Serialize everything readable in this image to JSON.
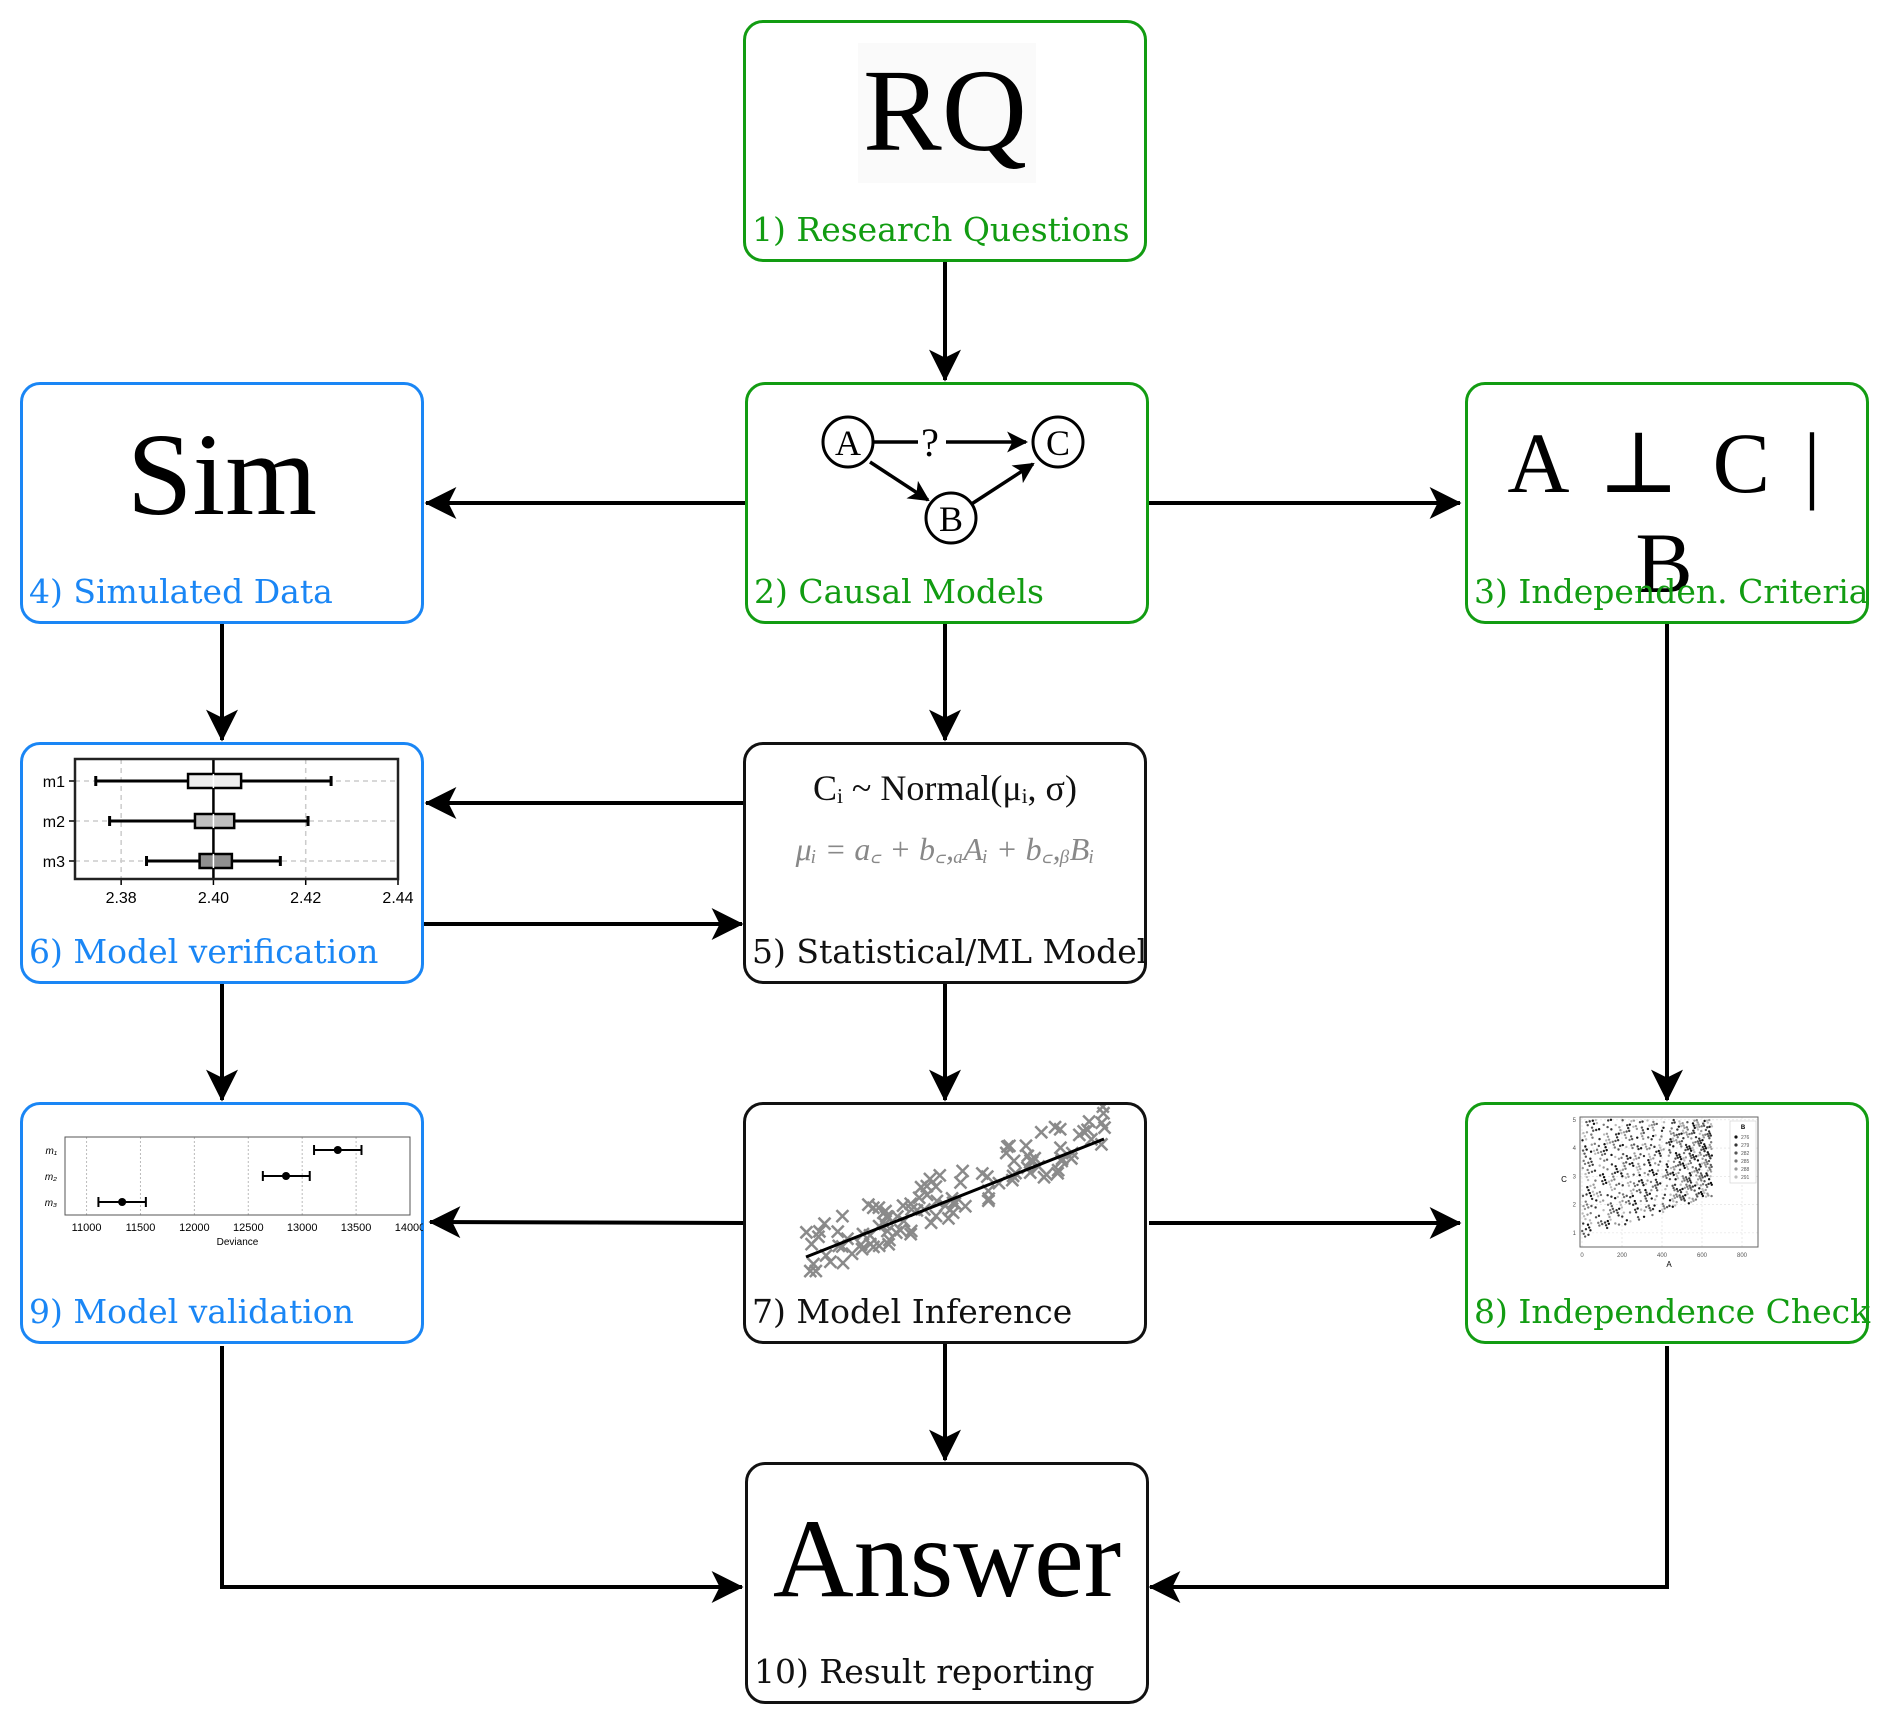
{
  "colors": {
    "green": "#129c12",
    "blue": "#1a86f5",
    "black": "#111111",
    "formula_gray": "#888888"
  },
  "boxes": {
    "rq": {
      "big": "RQ",
      "label": "1) Research Questions"
    },
    "causal": {
      "label": "2) Causal Models",
      "dag": {
        "nodes": [
          "A",
          "B",
          "C"
        ],
        "edge_question": "?"
      }
    },
    "criteria": {
      "big": "A ⊥ C | B",
      "label": "3) Independen. Criteria"
    },
    "sim": {
      "big": "Sim",
      "label": "4) Simulated Data"
    },
    "stat": {
      "formula1": "Cᵢ ~ Normal(μᵢ, σ)",
      "formula2": "μᵢ = a꜀ + b꜀,ₐAᵢ + b꜀,ᵦBᵢ",
      "label": "5) Statistical/ML Model"
    },
    "verification": {
      "label": "6) Model verification"
    },
    "inference": {
      "label": "7) Model Inference"
    },
    "check": {
      "label": "8) Independence Check"
    },
    "validation": {
      "label": "9) Model validation"
    },
    "answer": {
      "big": "Answer",
      "label": "10) Result reporting"
    }
  },
  "chart_data": [
    {
      "id": "verification",
      "type": "box",
      "categories": [
        "m1",
        "m2",
        "m3"
      ],
      "xlim": [
        2.37,
        2.44
      ],
      "xticks": [
        2.38,
        2.4,
        2.42,
        2.44
      ],
      "xtick_labels": [
        "2.38",
        "2.40",
        "2.42",
        "2.44"
      ],
      "reference_line": 2.4,
      "grid": true,
      "series": [
        {
          "name": "m1",
          "whisker_low": 2.3745,
          "q1": 2.3945,
          "median": 2.4,
          "q3": 2.406,
          "whisker_high": 2.4255,
          "fill": "#eeeeee"
        },
        {
          "name": "m2",
          "whisker_low": 2.3775,
          "q1": 2.396,
          "median": 2.4,
          "q3": 2.4045,
          "whisker_high": 2.4205,
          "fill": "#c0c0c0"
        },
        {
          "name": "m3",
          "whisker_low": 2.3855,
          "q1": 2.397,
          "median": 2.4,
          "q3": 2.404,
          "whisker_high": 2.4145,
          "fill": "#909090"
        }
      ]
    },
    {
      "id": "validation",
      "type": "errorbar",
      "categories": [
        "m₁",
        "m₂",
        "m₃"
      ],
      "xlabel": "Deviance",
      "xlim": [
        10800,
        14000
      ],
      "xticks": [
        11000,
        11500,
        12000,
        12500,
        13000,
        13500,
        14000
      ],
      "xtick_labels": [
        "11000",
        "11500",
        "12000",
        "12500",
        "13000",
        "13500",
        "14000"
      ],
      "grid": true,
      "series": [
        {
          "name": "m₁",
          "value": 13330,
          "low": 13110,
          "high": 13550
        },
        {
          "name": "m₂",
          "value": 12850,
          "low": 12635,
          "high": 13070
        },
        {
          "name": "m₃",
          "value": 11330,
          "low": 11110,
          "high": 11550
        }
      ]
    },
    {
      "id": "inference",
      "type": "scatter",
      "marker": "x",
      "description": "noisy positive linear relationship with fitted regression line",
      "fit_line": {
        "x0": 0,
        "y0": 0,
        "x1": 1,
        "y1": 1
      }
    },
    {
      "id": "check",
      "type": "scatter",
      "xlabel": "A",
      "ylabel": "C",
      "xlim": [
        -10,
        880
      ],
      "ylim": [
        0.5,
        5.1
      ],
      "xticks": [
        0,
        200,
        400,
        600,
        800
      ],
      "yticks": [
        1,
        2,
        3,
        4,
        5
      ],
      "legend": {
        "title": "B",
        "entries": [
          "276",
          "279",
          "282",
          "285",
          "288",
          "291"
        ],
        "position": "top-right"
      }
    }
  ]
}
